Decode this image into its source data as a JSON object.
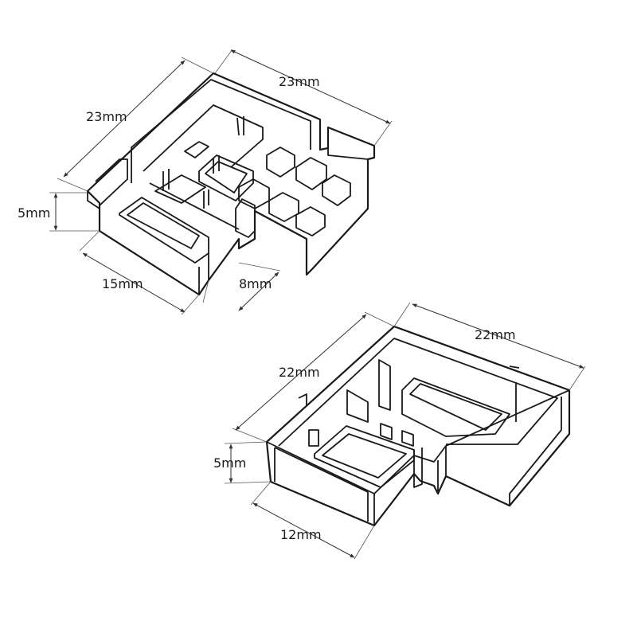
{
  "top_part": {
    "dimensions": {
      "length_left": "23mm",
      "length_top": "23mm",
      "height": "5mm",
      "front_width": "15mm",
      "notch_width": "8mm"
    }
  },
  "bottom_part": {
    "dimensions": {
      "length_left": "22mm",
      "length_right": "22mm",
      "height": "5mm",
      "front_width": "12mm"
    }
  },
  "colors": {
    "line": "#1a1a1a",
    "background": "#ffffff"
  }
}
